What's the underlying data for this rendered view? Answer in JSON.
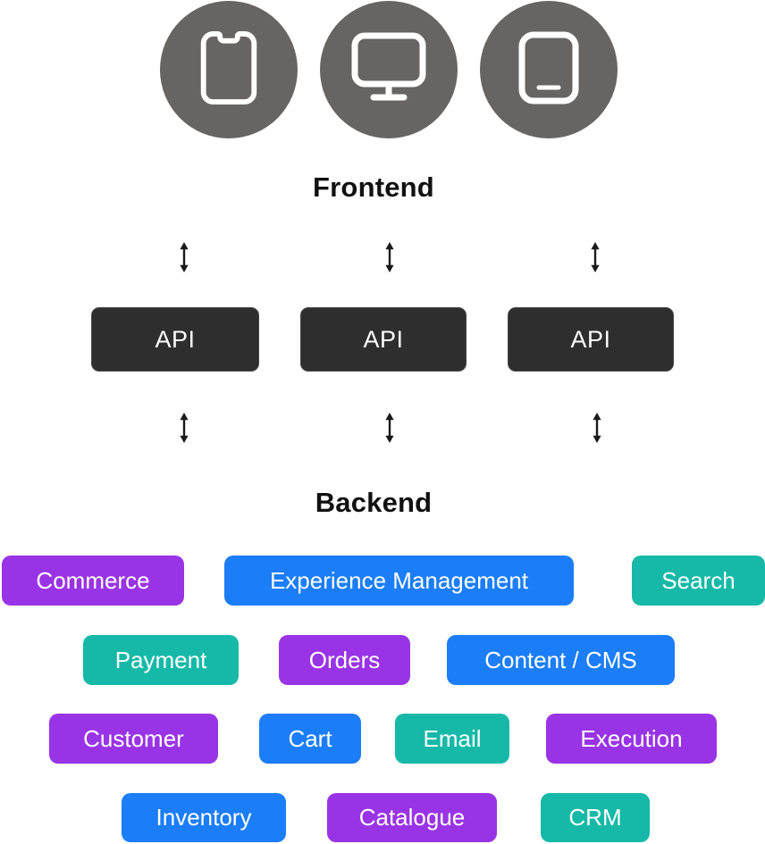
{
  "diagram": {
    "frontend_label": "Frontend",
    "backend_label": "Backend"
  },
  "api": {
    "label": "API"
  },
  "icons": {
    "devices": [
      "smartphone-icon",
      "monitor-icon",
      "tablet-icon"
    ],
    "connector": "vertical-double-arrow-icon"
  },
  "colors": {
    "purple": "#9934e6",
    "blue": "#1b7df7",
    "teal": "#16b9a7",
    "api_box": "#2e2e2e",
    "circle_gray": "#676564",
    "text_dark": "#111111",
    "pill_text": "#ffffff"
  },
  "services": {
    "rows": [
      {
        "items": [
          {
            "label": "Commerce",
            "color": "purple"
          },
          {
            "label": "Experience Management",
            "color": "blue"
          },
          {
            "label": "Search",
            "color": "teal"
          }
        ]
      },
      {
        "items": [
          {
            "label": "Payment",
            "color": "teal"
          },
          {
            "label": "Orders",
            "color": "purple"
          },
          {
            "label": "Content / CMS",
            "color": "blue"
          }
        ]
      },
      {
        "items": [
          {
            "label": "Customer",
            "color": "purple"
          },
          {
            "label": "Cart",
            "color": "blue"
          },
          {
            "label": "Email",
            "color": "teal"
          },
          {
            "label": "Execution",
            "color": "purple"
          }
        ]
      },
      {
        "items": [
          {
            "label": "Inventory",
            "color": "blue"
          },
          {
            "label": "Catalogue",
            "color": "purple"
          },
          {
            "label": "CRM",
            "color": "teal"
          }
        ]
      }
    ]
  }
}
